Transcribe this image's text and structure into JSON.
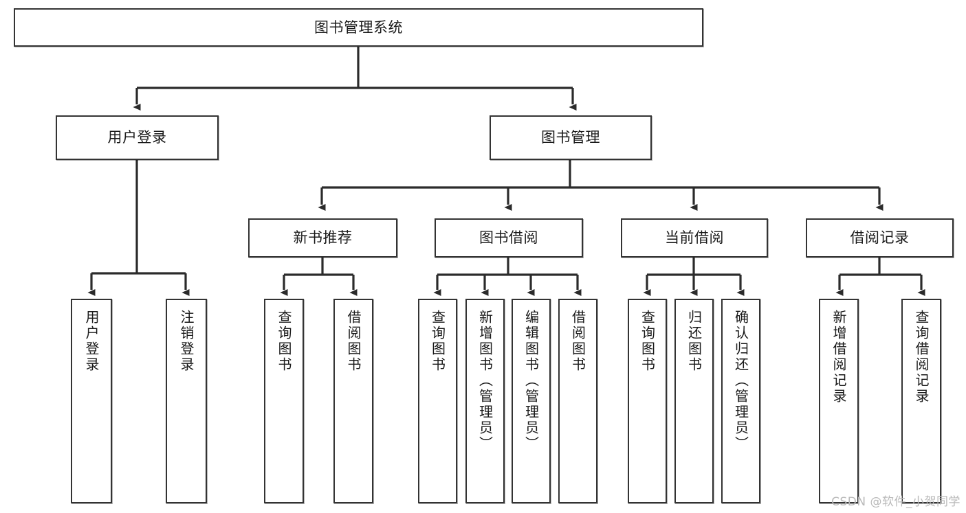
{
  "diagram": {
    "title": "图书管理系统",
    "type": "tree",
    "root": {
      "label": "图书管理系统"
    },
    "level2": [
      {
        "label": "用户登录"
      },
      {
        "label": "图书管理"
      }
    ],
    "level3": [
      {
        "label": "新书推荐"
      },
      {
        "label": "图书借阅"
      },
      {
        "label": "当前借阅"
      },
      {
        "label": "借阅记录"
      }
    ],
    "leaves_user_login": [
      {
        "label": "用户登录"
      },
      {
        "label": "注销登录"
      }
    ],
    "leaves_new_book": [
      {
        "label": "查询图书"
      },
      {
        "label": "借阅图书"
      }
    ],
    "leaves_borrow": [
      {
        "label": "查询图书"
      },
      {
        "label": "新增图书（管理员）"
      },
      {
        "label": "编辑图书（管理员）"
      },
      {
        "label": "借阅图书"
      }
    ],
    "leaves_current": [
      {
        "label": "查询图书"
      },
      {
        "label": "归还图书"
      },
      {
        "label": "确认归还（管理员）"
      }
    ],
    "leaves_records": [
      {
        "label": "新增借阅记录"
      },
      {
        "label": "查询借阅记录"
      }
    ]
  },
  "watermark": {
    "text": "CSDN @软件_小贺同学"
  },
  "colors": {
    "box_border": "#333333",
    "box_fill": "#ffffff",
    "line": "#2b2b2b",
    "text": "#1a1a1a",
    "watermark": "#b9b9b9"
  }
}
